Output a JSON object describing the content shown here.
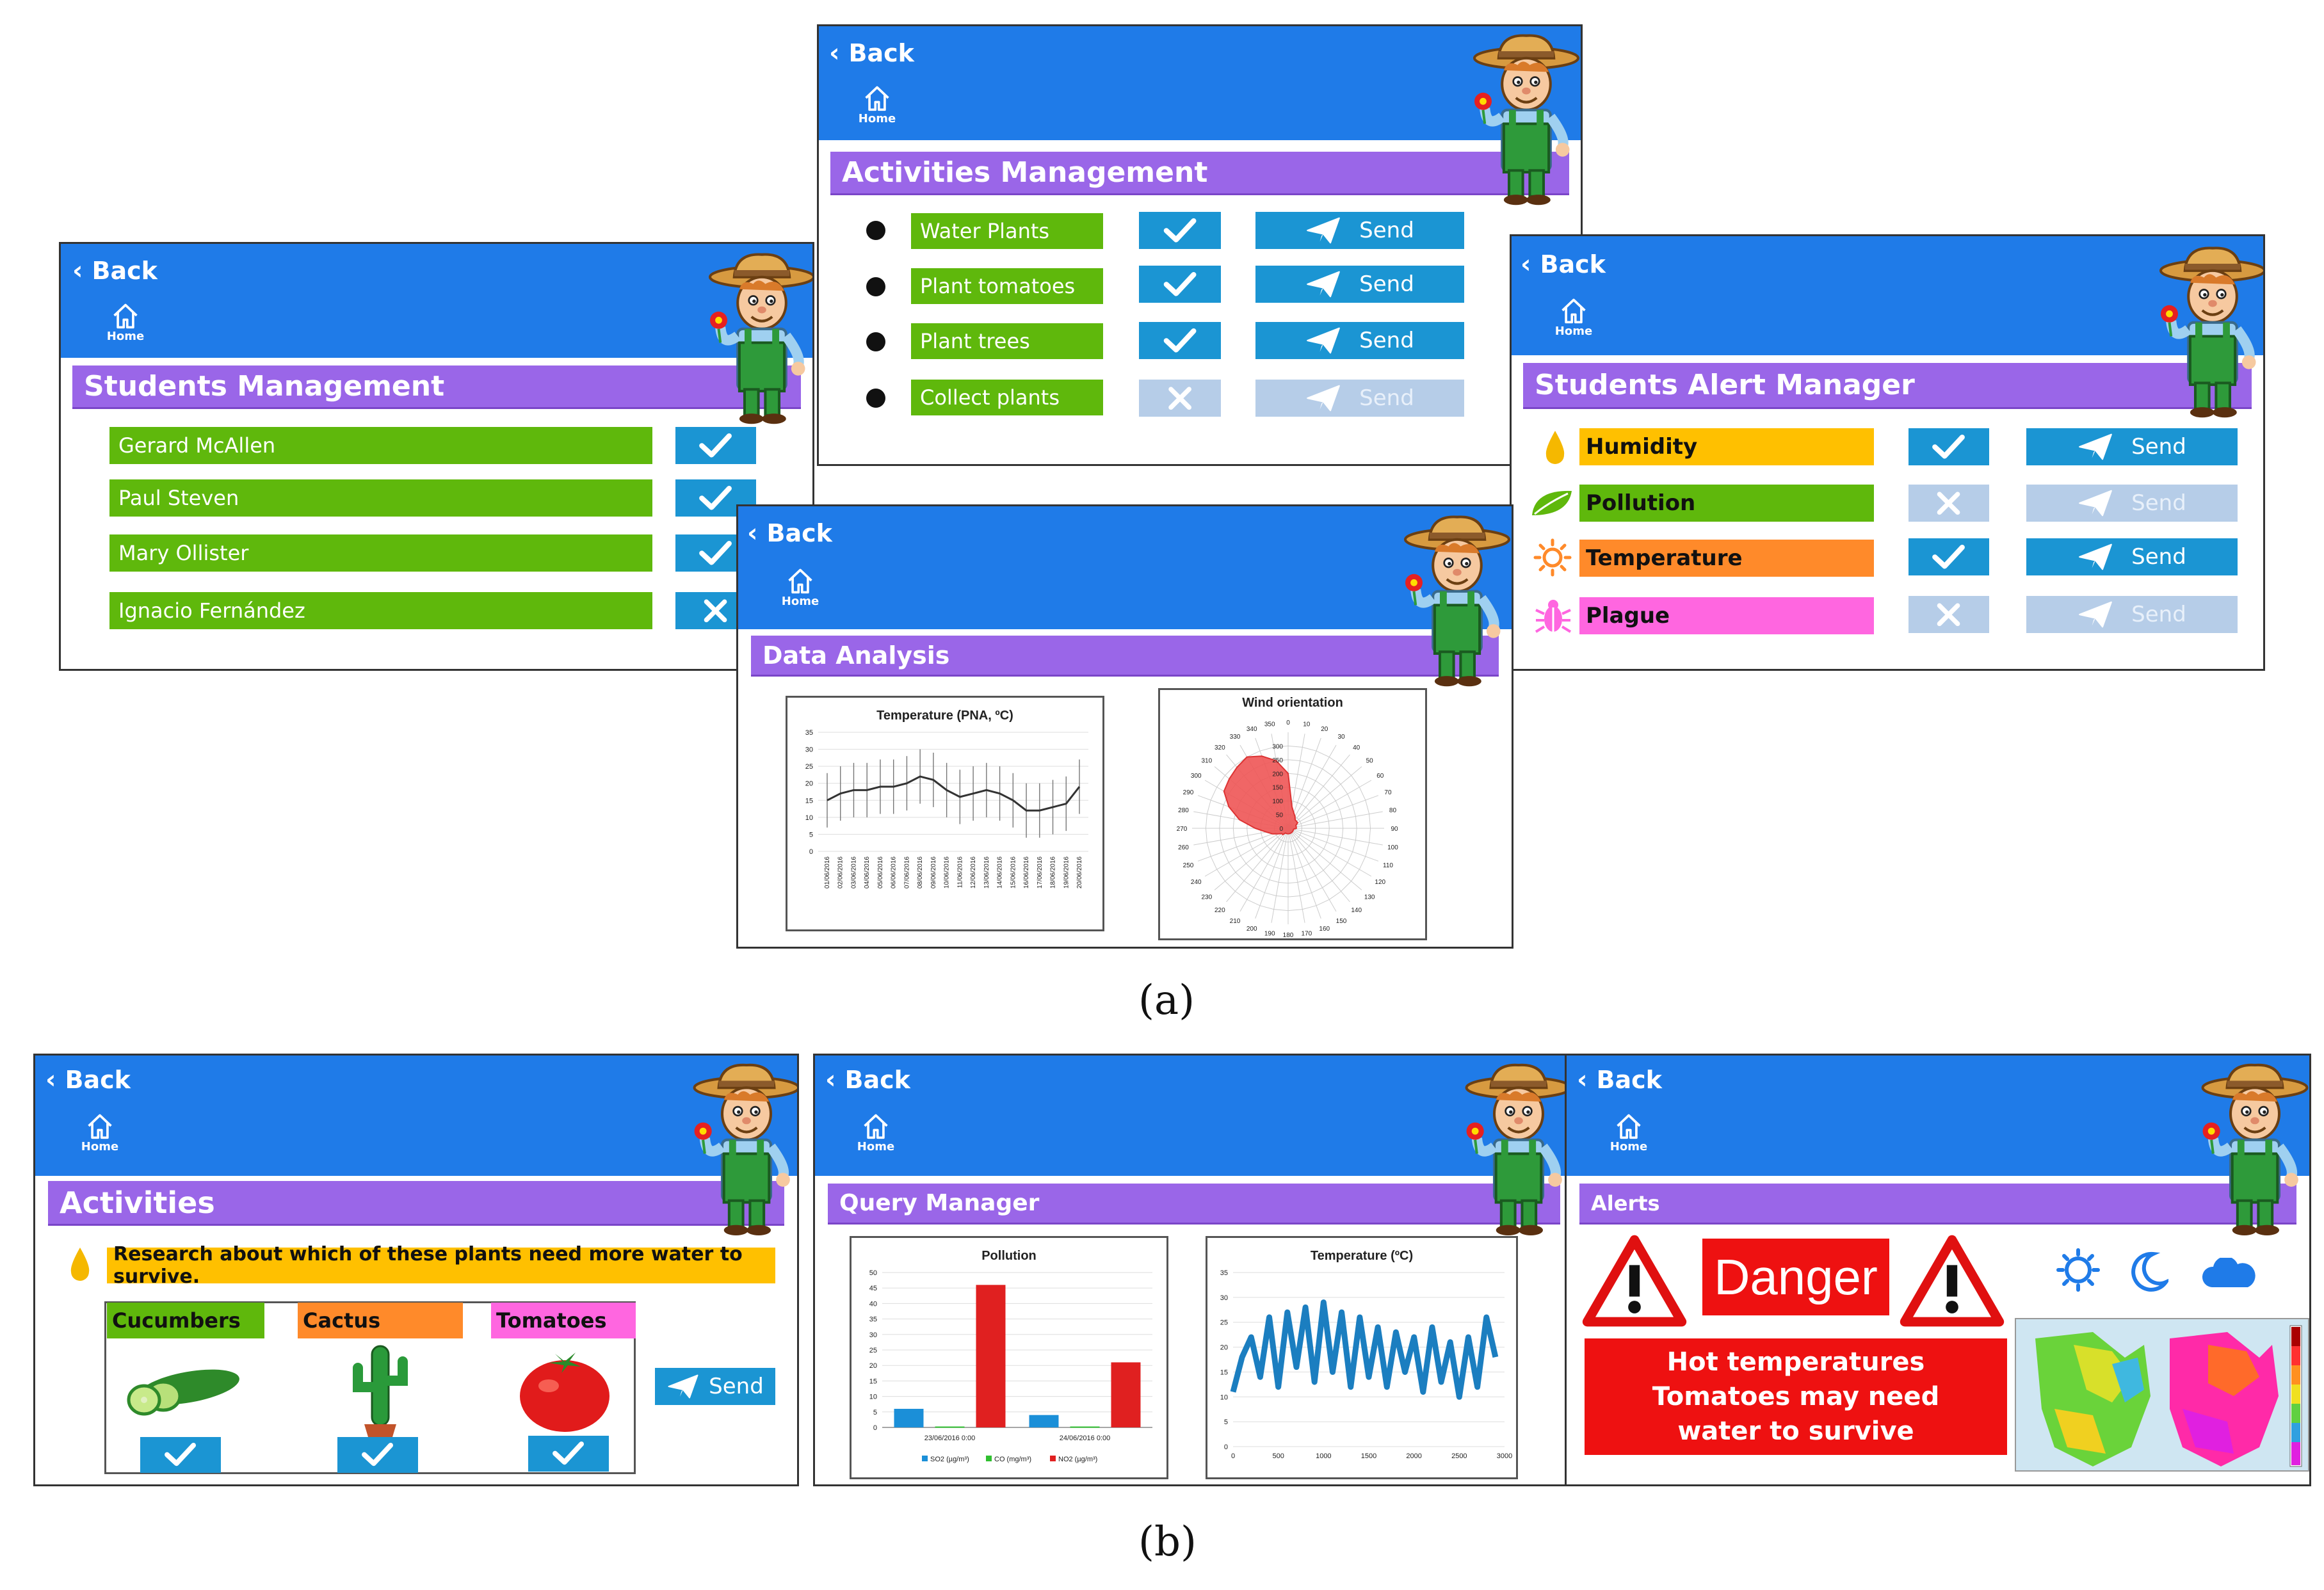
{
  "common": {
    "back_label": "Back",
    "home_label": "Home",
    "send_label": "Send"
  },
  "students_management": {
    "title": "Students Management",
    "students": [
      {
        "name": "Gerard McAllen",
        "checked": true
      },
      {
        "name": "Paul Steven",
        "checked": true
      },
      {
        "name": "Mary Ollister",
        "checked": true
      },
      {
        "name": "Ignacio Fernández",
        "checked": false
      }
    ]
  },
  "activities_management": {
    "title": "Activities Management",
    "activities": [
      {
        "name": "Water Plants",
        "checked": true
      },
      {
        "name": "Plant tomatoes",
        "checked": true
      },
      {
        "name": "Plant trees",
        "checked": true
      },
      {
        "name": "Collect plants",
        "checked": false
      }
    ]
  },
  "students_alert_manager": {
    "title": "Students Alert Manager",
    "alerts": [
      {
        "name": "Humidity",
        "icon": "drop-icon",
        "color": "#ffc000",
        "checked": true
      },
      {
        "name": "Pollution",
        "icon": "leaf-icon",
        "color": "#5fb80c",
        "checked": false
      },
      {
        "name": "Temperature",
        "icon": "sun-icon",
        "color": "#ff8a2a",
        "checked": true
      },
      {
        "name": "Plague",
        "icon": "bug-icon",
        "color": "#ff66e0",
        "checked": false
      }
    ]
  },
  "data_analysis": {
    "title": "Data Analysis",
    "chart_data": [
      {
        "type": "line",
        "title": "Temperature (PNA, ºC)",
        "x": [
          "01/06/2016",
          "02/06/2016",
          "03/06/2016",
          "04/06/2016",
          "05/06/2016",
          "06/06/2016",
          "07/06/2016",
          "08/06/2016",
          "09/06/2016",
          "10/06/2016",
          "11/06/2016",
          "12/06/2016",
          "13/06/2016",
          "14/06/2016",
          "15/06/2016",
          "16/06/2016",
          "17/06/2016",
          "18/06/2016",
          "19/06/2016",
          "20/06/2016"
        ],
        "values": [
          15,
          17,
          18,
          18,
          19,
          19,
          20,
          22,
          21,
          18,
          16,
          17,
          18,
          17,
          15,
          12,
          12,
          13,
          14,
          19
        ],
        "ylim": [
          0,
          35
        ],
        "yticks": [
          0,
          5,
          10,
          15,
          20,
          25,
          30,
          35
        ],
        "error_bars": true
      },
      {
        "type": "radar",
        "title": "Wind orientation",
        "angles": [
          0,
          10,
          20,
          30,
          40,
          50,
          60,
          70,
          80,
          90,
          100,
          110,
          120,
          130,
          140,
          150,
          160,
          170,
          180,
          190,
          200,
          210,
          220,
          230,
          240,
          250,
          260,
          270,
          280,
          290,
          300,
          310,
          320,
          330,
          340,
          350
        ],
        "radial_ticks": [
          0,
          50,
          100,
          150,
          200,
          250,
          300
        ],
        "values": [
          200,
          80,
          60,
          50,
          40,
          40,
          40,
          30,
          30,
          30,
          20,
          20,
          20,
          20,
          20,
          20,
          20,
          20,
          20,
          20,
          20,
          20,
          30,
          30,
          40,
          60,
          80,
          120,
          180,
          230,
          270,
          280,
          290,
          300,
          280,
          250
        ],
        "rmax": 350
      }
    ]
  },
  "activities": {
    "title": "Activities",
    "prompt": "Research about which of these plants need more water to survive.",
    "plants": [
      {
        "name": "Cucumbers",
        "color": "#5fb80c",
        "checked": true
      },
      {
        "name": "Cactus",
        "color": "#ff8a2a",
        "checked": true
      },
      {
        "name": "Tomatoes",
        "color": "#ff66e0",
        "checked": true
      }
    ]
  },
  "query_manager": {
    "title": "Query Manager",
    "chart_data": [
      {
        "type": "bar",
        "title": "Pollution",
        "categories": [
          "23/06/2016 0:00",
          "24/06/2016 0:00"
        ],
        "series": [
          {
            "name": "SO2 (µg/m³)",
            "color": "#1b8fd8",
            "values": [
              6,
              4
            ]
          },
          {
            "name": "CO (mg/m³)",
            "color": "#2fbf2f",
            "values": [
              0.3,
              0.3
            ]
          },
          {
            "name": "NO2 (µg/m³)",
            "color": "#e02020",
            "values": [
              46,
              21
            ]
          }
        ],
        "ylim": [
          0,
          50
        ],
        "yticks": [
          0,
          5,
          10,
          15,
          20,
          25,
          30,
          35,
          40,
          45,
          50
        ],
        "legend": "bottom"
      },
      {
        "type": "line",
        "title": "Temperature (ºC)",
        "xlim": [
          0,
          3000
        ],
        "xticks": [
          0,
          500,
          1000,
          1500,
          2000,
          2500,
          3000
        ],
        "ylim": [
          0,
          35
        ],
        "yticks": [
          0,
          5,
          10,
          15,
          20,
          25,
          30,
          35
        ],
        "x": [
          0,
          100,
          200,
          300,
          400,
          500,
          600,
          700,
          800,
          900,
          1000,
          1100,
          1200,
          1300,
          1400,
          1500,
          1600,
          1700,
          1800,
          1900,
          2000,
          2100,
          2200,
          2300,
          2400,
          2500,
          2600,
          2700,
          2800,
          2900
        ],
        "values": [
          11,
          18,
          22,
          14,
          26,
          12,
          27,
          16,
          28,
          13,
          29,
          15,
          27,
          12,
          26,
          14,
          24,
          12,
          23,
          15,
          22,
          11,
          24,
          13,
          21,
          10,
          22,
          12,
          26,
          18
        ]
      }
    ]
  },
  "alerts": {
    "title": "Alerts",
    "danger_label": "Danger",
    "message": "Hot temperatures Tomatoes may need water to survive",
    "icons": [
      "sun-icon",
      "moon-icon",
      "cloud-icon"
    ]
  },
  "captions": {
    "a": "(a)",
    "b": "(b)"
  },
  "colors": {
    "header_blue": "#1f7be8",
    "title_purple": "#9a66e8",
    "label_green": "#5fb80c",
    "button_blue": "#1b95d3",
    "button_disabled": "#b6cde8",
    "danger_red": "#ee1111"
  }
}
